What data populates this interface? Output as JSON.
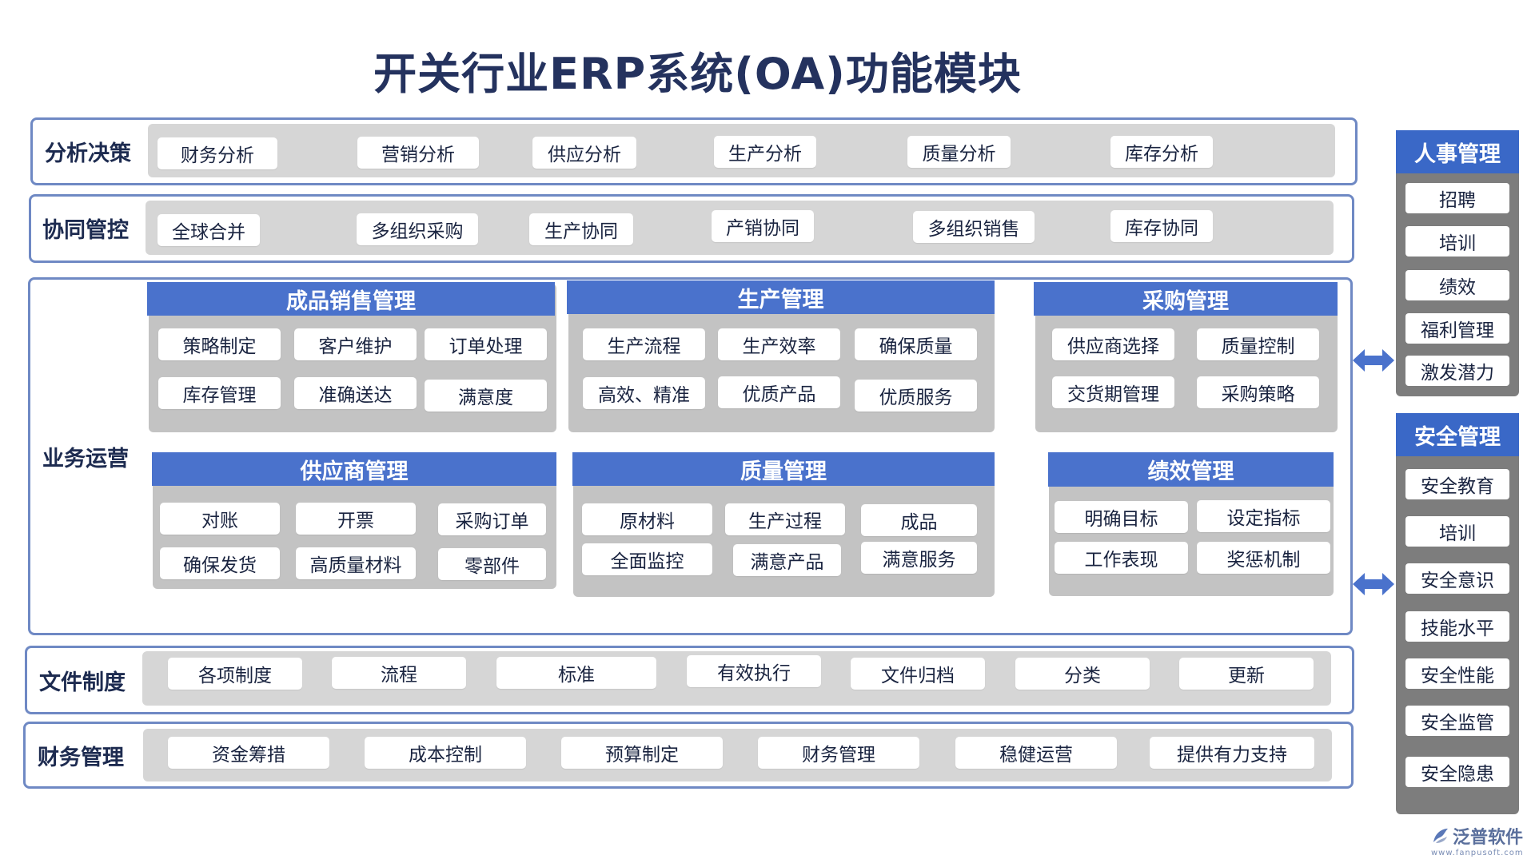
{
  "title": "开关行业ERP系统(OA)功能模块",
  "colors": {
    "frame": "#6f89c4",
    "header_blue": "#4a72cc",
    "side_head": "#3a68c7",
    "panel_gray": "#d6d6d6"
  },
  "analysis": {
    "label": "分析决策",
    "items": [
      "财务分析",
      "营销分析",
      "供应分析",
      "生产分析",
      "质量分析",
      "库存分析"
    ]
  },
  "collab": {
    "label": "协同管控",
    "items": [
      "全球合并",
      "多组织采购",
      "生产协同",
      "产销协同",
      "多组织销售",
      "库存协同"
    ]
  },
  "business": {
    "label": "业务运营",
    "sales": {
      "title": "成品销售管理",
      "items": [
        "策略制定",
        "客户维护",
        "订单处理",
        "库存管理",
        "准确送达",
        "满意度"
      ]
    },
    "production": {
      "title": "生产管理",
      "items": [
        "生产流程",
        "生产效率",
        "确保质量",
        "高效、精准",
        "优质产品",
        "优质服务"
      ]
    },
    "purchase": {
      "title": "采购管理",
      "items": [
        "供应商选择",
        "质量控制",
        "交货期管理",
        "采购策略"
      ]
    },
    "supplier": {
      "title": "供应商管理",
      "items": [
        "对账",
        "开票",
        "采购订单",
        "确保发货",
        "高质量材料",
        "零部件"
      ]
    },
    "quality": {
      "title": "质量管理",
      "items": [
        "原材料",
        "生产过程",
        "成品",
        "全面监控",
        "满意产品",
        "满意服务"
      ]
    },
    "performance": {
      "title": "绩效管理",
      "items": [
        "明确目标",
        "设定指标",
        "工作表现",
        "奖惩机制"
      ]
    }
  },
  "docs": {
    "label": "文件制度",
    "items": [
      "各项制度",
      "流程",
      "标准",
      "有效执行",
      "文件归档",
      "分类",
      "更新"
    ]
  },
  "finance": {
    "label": "财务管理",
    "items": [
      "资金筹措",
      "成本控制",
      "预算制定",
      "财务管理",
      "稳健运营",
      "提供有力支持"
    ]
  },
  "hr": {
    "title": "人事管理",
    "items": [
      "招聘",
      "培训",
      "绩效",
      "福利管理",
      "激发潜力"
    ]
  },
  "safety": {
    "title": "安全管理",
    "items": [
      "安全教育",
      "培训",
      "安全意识",
      "技能水平",
      "安全性能",
      "安全监管",
      "安全隐患"
    ]
  },
  "logo": {
    "name": "泛普软件",
    "url": "www.fanpusoft.com",
    "icon": "fanpu-logo-icon"
  },
  "icons": {
    "arrow": "double-arrow-icon"
  }
}
